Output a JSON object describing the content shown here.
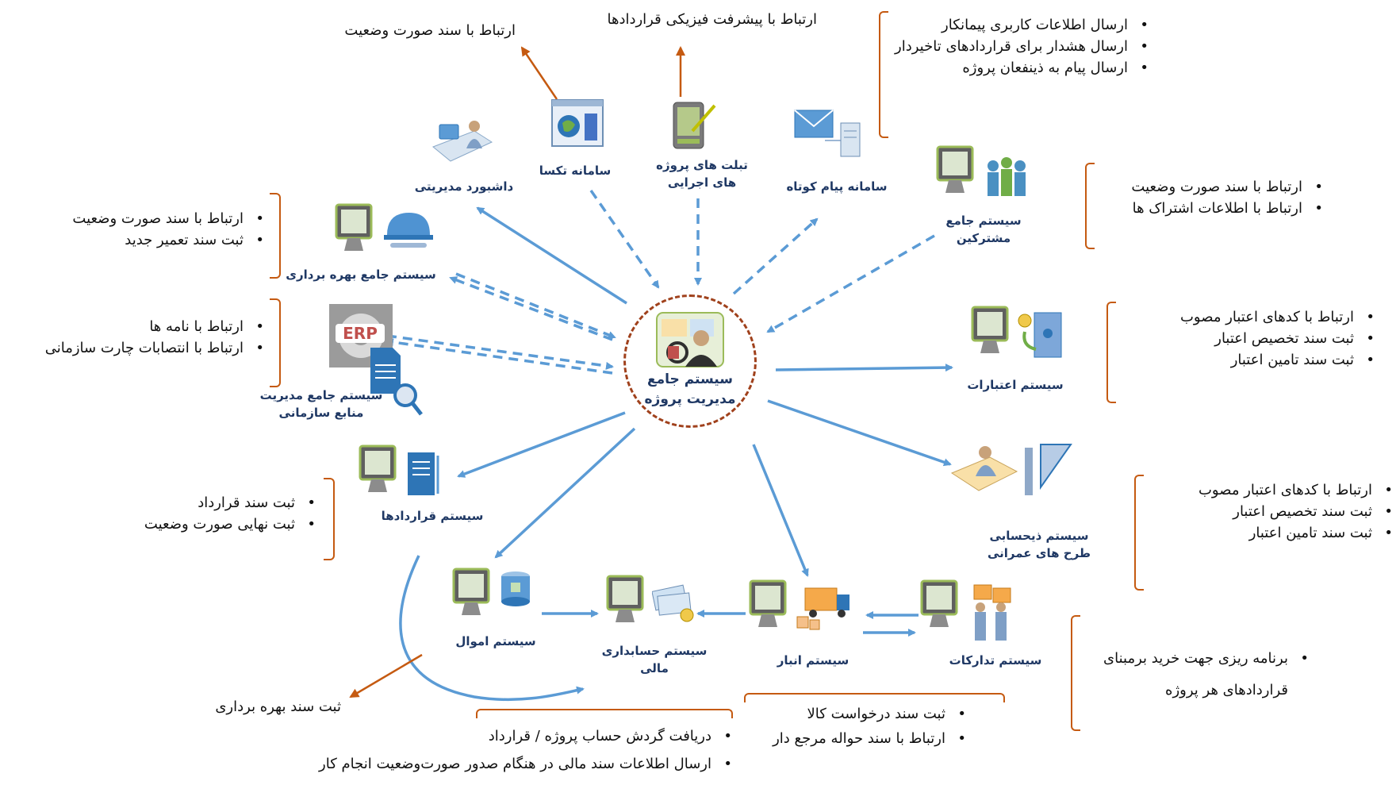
{
  "hub": {
    "title_line1": "سیستم جامع",
    "title_line2": "مدیریت پروژه"
  },
  "nodes": {
    "dashboard": "داشبورد مدیریتی",
    "teksa": "سامانه تکسا",
    "tablets": {
      "l1": "تبلت های پروژه",
      "l2": "های اجرایی"
    },
    "sms": "سامانه پیام کوتاه",
    "customers": {
      "l1": "سیستم جامع",
      "l2": "مشترکین"
    },
    "operation": "سیستم جامع بهره برداری",
    "erp": {
      "l1": "سیستم جامع مدیریت",
      "l2": "منابع سازمانی",
      "logo": "ERP"
    },
    "credits": "سیستم اعتبارات",
    "contracts": "سیستم قراردادها",
    "auditing": {
      "l1": "سیستم ذیحسابی",
      "l2": "طرح های عمرانی"
    },
    "assets": "سیستم اموال",
    "accounting": {
      "l1": "سیستم حسابداری",
      "l2": "مالی"
    },
    "warehouse": "سیستم انبار",
    "procurement": "سیستم تدارکات"
  },
  "notes": {
    "teksa": "ارتباط با سند صورت وضعیت",
    "tablets": "ارتباط با پیشرفت فیزیکی قراردادها",
    "sms": [
      "ارسال اطلاعات کاربری پیمانکار",
      "ارسال هشدار برای قراردادهای تاخیردار",
      "ارسال پیام به ذینفعان پروژه"
    ],
    "customers": [
      "ارتباط با سند صورت وضعیت",
      "ارتباط با اطلاعات اشتراک ها"
    ],
    "operation": [
      "ارتباط با سند صورت وضعیت",
      "ثبت سند تعمیر جدید"
    ],
    "erp": [
      "ارتباط با نامه ها",
      "ارتباط با انتصابات چارت سازمانی"
    ],
    "credits": [
      "ارتباط با کدهای اعتبار مصوب",
      "ثبت سند تخصیص اعتبار",
      "ثبت سند تامین اعتبار"
    ],
    "auditing": [
      "ارتباط با کدهای اعتبار مصوب",
      "ثبت سند تخصیص اعتبار",
      "ثبت سند تامین اعتبار"
    ],
    "contracts": [
      "ثبت سند قرارداد",
      "ثبت نهایی صورت وضعیت"
    ],
    "assets": "ثبت سند بهره برداری",
    "accounting": [
      "دریافت گردش حساب پروژه / قرارداد",
      "ارسال اطلاعات سند مالی در هنگام صدور صورت‌وضعیت انجام کار"
    ],
    "warehouse": [
      "ثبت سند درخواست کالا",
      "ارتباط با سند حواله مرجع دار"
    ],
    "procurement": [
      "برنامه ریزی جهت خرید برمبنای قراردادهای هر پروژه"
    ]
  },
  "colors": {
    "arrow": "#5b9bd5",
    "note_arrow": "#c55a11",
    "label": "#1f3864",
    "hub_ring": "#a0411c"
  }
}
